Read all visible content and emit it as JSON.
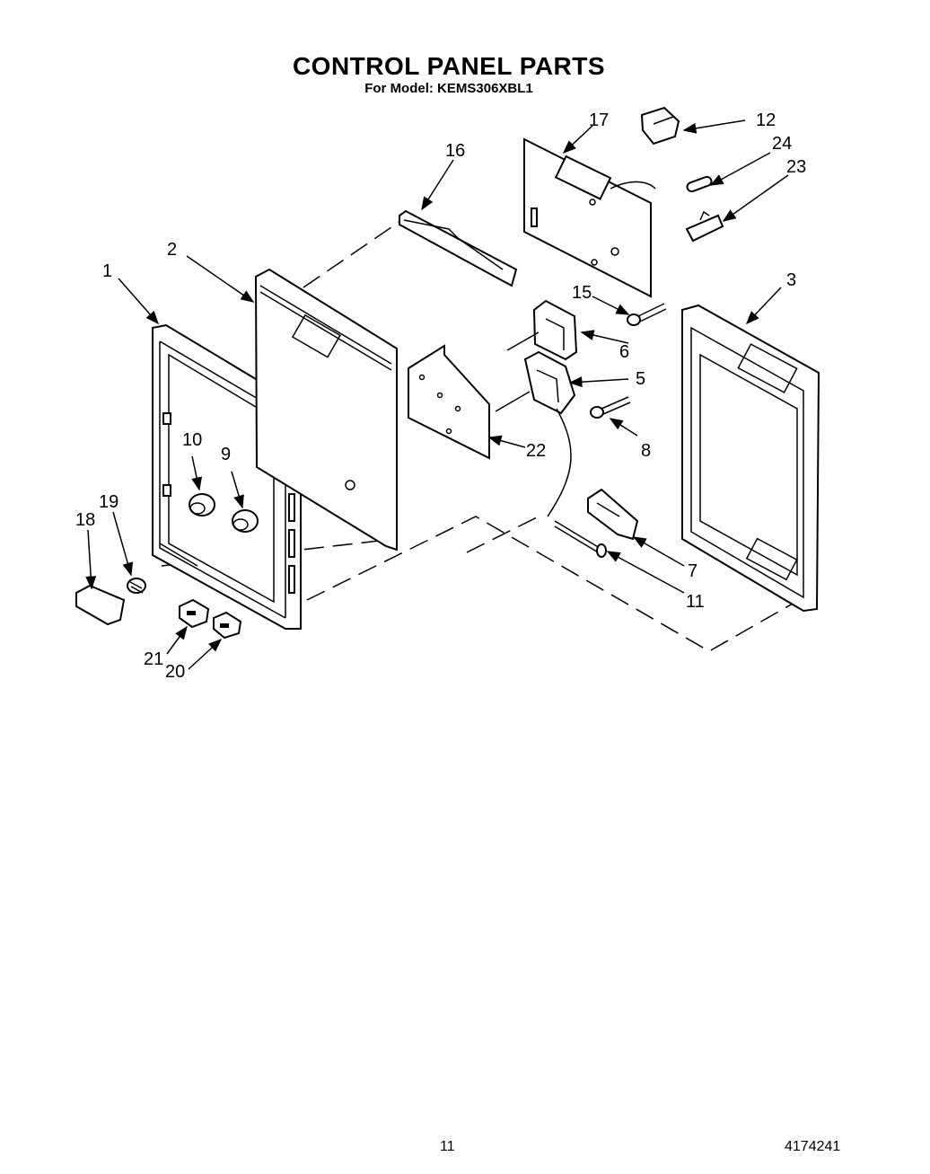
{
  "header": {
    "title": "CONTROL PANEL PARTS",
    "subtitle": "For Model: KEMS306XBL1"
  },
  "callouts": [
    "1",
    "2",
    "3",
    "5",
    "6",
    "7",
    "8",
    "9",
    "10",
    "11",
    "12",
    "15",
    "16",
    "17",
    "18",
    "19",
    "20",
    "21",
    "22",
    "23",
    "24"
  ],
  "footer": {
    "page_number": "11",
    "doc_number": "4174241"
  }
}
